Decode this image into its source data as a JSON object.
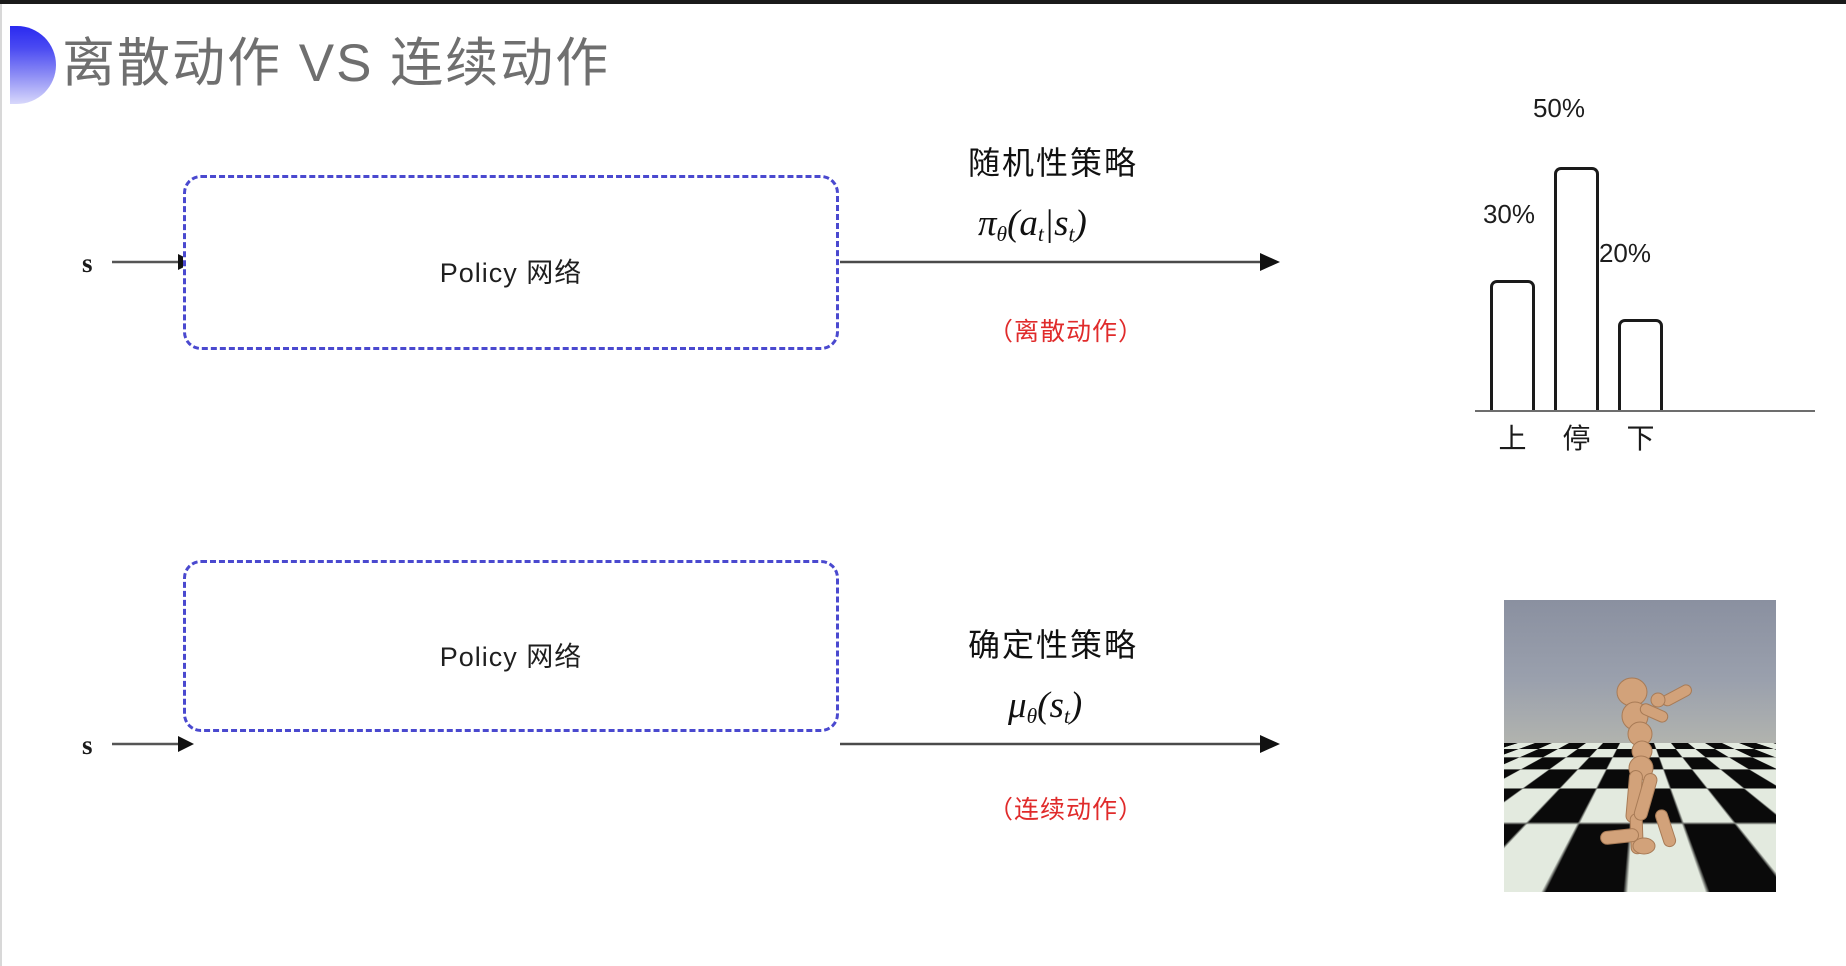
{
  "slide": {
    "title": "离散动作 VS 连续动作",
    "bullet_icon": "half-circle-gradient-icon",
    "accent_color": "#2a2af0",
    "title_color": "#6f6f6f",
    "background": "#ffffff"
  },
  "rows": [
    {
      "id": "discrete",
      "state_label": "s",
      "box_label": "Policy 网络",
      "box_border_color": "#4a49cf",
      "annotation_title": "随机性策略",
      "annotation_formula_plain": "πθ(at|st)",
      "annotation_formula": {
        "pi": "π",
        "theta": "θ",
        "open": "(",
        "a": "a",
        "t1": "t",
        "bar": "|",
        "s": "s",
        "t2": "t",
        "close": ")"
      },
      "note": "（离散动作）",
      "note_color": "#e02b2b"
    },
    {
      "id": "continuous",
      "state_label": "s",
      "box_label": "Policy 网络",
      "box_border_color": "#4a49cf",
      "annotation_title": "确定性策略",
      "annotation_formula_plain": "μθ(st)",
      "annotation_formula": {
        "mu": "μ",
        "theta": "θ",
        "open": "(",
        "s": "s",
        "t1": "t",
        "close": ")"
      },
      "note": "（连续动作）",
      "note_color": "#e02b2b"
    }
  ],
  "chart_data": {
    "type": "bar",
    "title": "",
    "categories": [
      "上",
      "停",
      "下"
    ],
    "values": [
      30,
      50,
      20
    ],
    "value_labels": [
      "30%",
      "50%",
      "20%"
    ],
    "xlabel": "",
    "ylabel": "",
    "ylim": [
      0,
      60
    ],
    "grid": false,
    "legend": "none",
    "bar_fill": "#ffffff",
    "bar_stroke": "#1a1a1a",
    "axis_color": "#6d6d6d"
  },
  "humanoid": {
    "caption": "",
    "alt_name": "mujoco-humanoid-simulation",
    "sky_color": "#8a90a0",
    "floor_light": "#e3eadf",
    "floor_dark": "#0a0a0a",
    "body_color": "#d2a27a"
  }
}
